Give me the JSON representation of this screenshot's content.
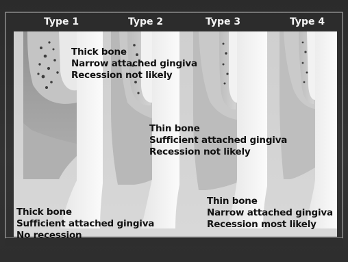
{
  "types": [
    "Type 1",
    "Type 2",
    "Type 3",
    "Type 4"
  ],
  "descriptions": [
    [
      "Thick bone",
      "Narrow attached gingiva",
      "Recession not likely"
    ],
    [
      "Thin bone",
      "Sufficient attached gingiva",
      "Recession not likely"
    ],
    [
      "Thick bone",
      "Sufficient attached gingiva",
      "No recession"
    ],
    [
      "Thin bone",
      "Narrow attached gingiva",
      "Recession most likely"
    ]
  ]
}
